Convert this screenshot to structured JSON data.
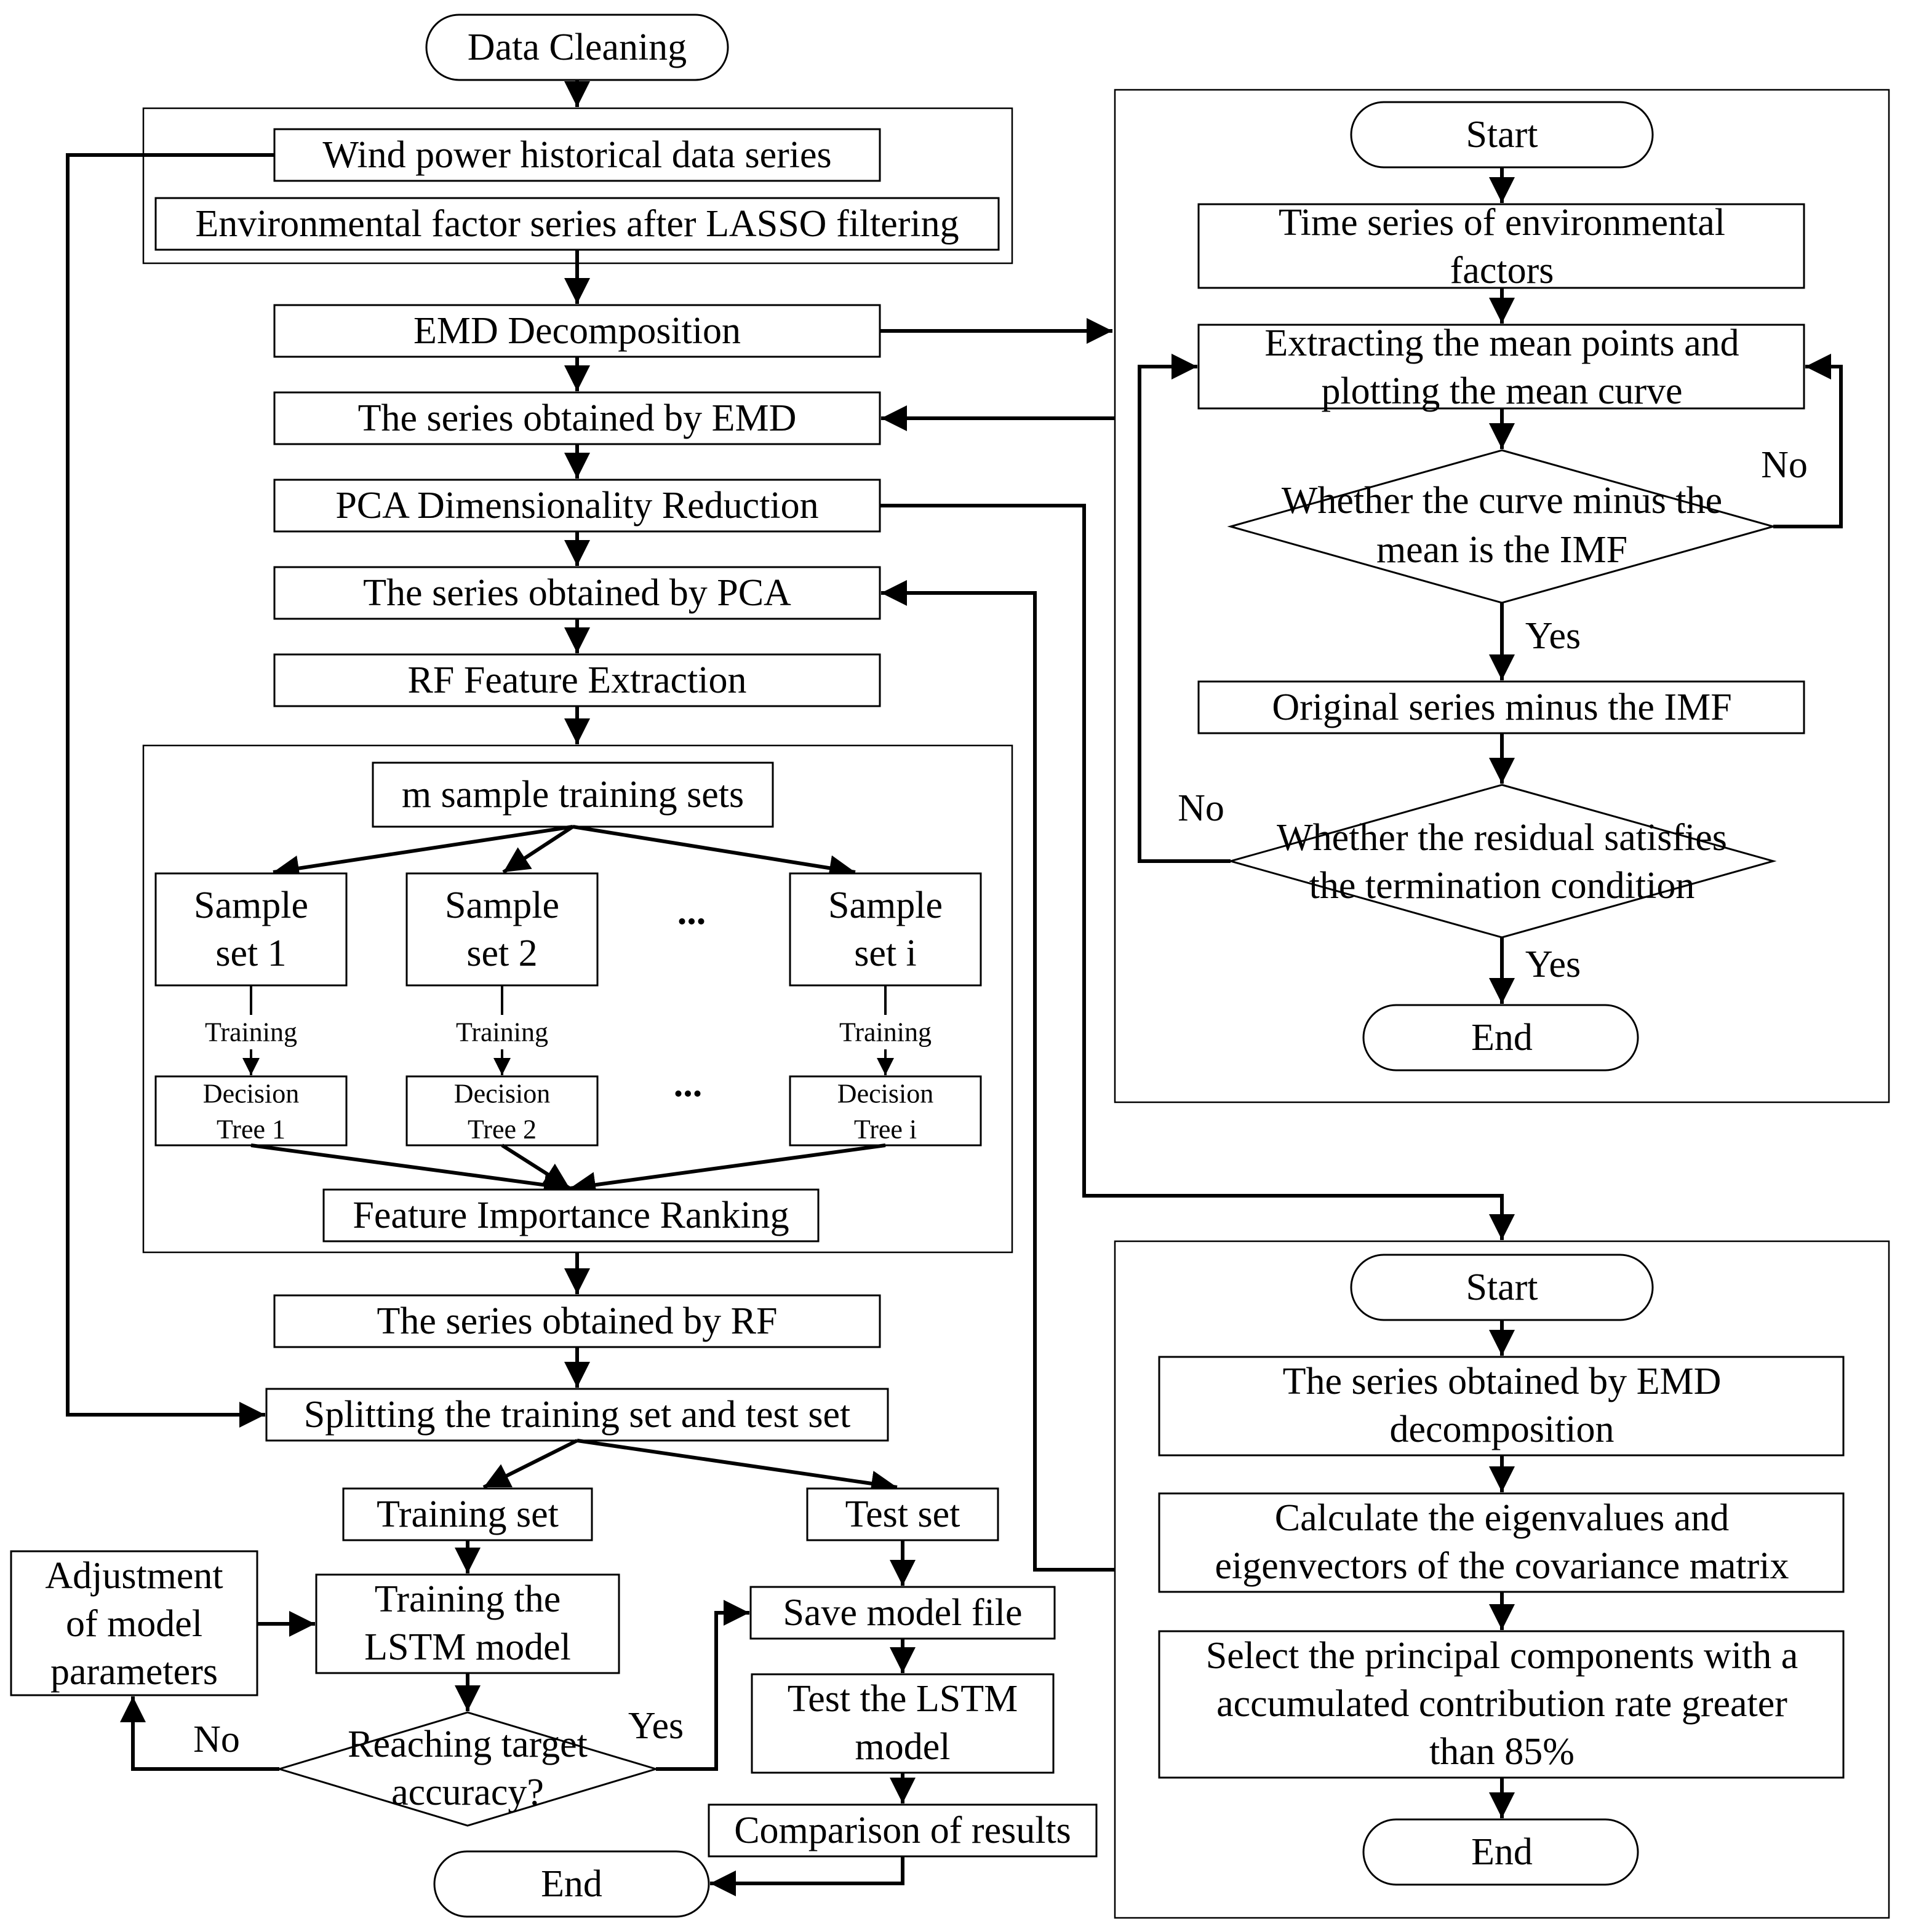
{
  "left": {
    "data_cleaning": "Data Cleaning",
    "wind_series": "Wind power historical data series",
    "env_series": "Environmental factor series after LASSO filtering",
    "emd_decomposition": "EMD Decomposition",
    "series_emd": "The series obtained by EMD",
    "pca_reduction": "PCA Dimensionality Reduction",
    "series_pca": "The series obtained by PCA",
    "rf_extraction": "RF Feature Extraction",
    "m_sample_sets": "m sample training sets",
    "sample_sets": [
      {
        "line1": "Sample",
        "line2": "set 1",
        "training": "Training",
        "tree1": "Decision",
        "tree2": "Tree 1"
      },
      {
        "line1": "Sample",
        "line2": "set 2",
        "training": "Training",
        "tree1": "Decision",
        "tree2": "Tree 2"
      },
      {
        "line1": "Sample",
        "line2": "set i",
        "training": "Training",
        "tree1": "Decision",
        "tree2": "Tree i"
      }
    ],
    "ellipsis": "...",
    "feature_ranking": "Feature Importance Ranking",
    "series_rf": "The series obtained by RF",
    "splitting": "Splitting the training set and test set",
    "training_set": "Training set",
    "test_set": "Test set",
    "adjustment": [
      "Adjustment",
      "of model",
      "parameters"
    ],
    "train_lstm": [
      "Training the",
      "LSTM model"
    ],
    "reaching": [
      "Reaching target",
      "accuracy?"
    ],
    "no": "No",
    "yes": "Yes",
    "save_model": "Save model file",
    "test_lstm": [
      "Test the LSTM",
      "model"
    ],
    "comparison": "Comparison of results",
    "end": "End"
  },
  "emd_panel": {
    "start": "Start",
    "time_series": [
      "Time series of environmental",
      "factors"
    ],
    "extracting": [
      "Extracting the mean points and",
      "plotting the mean curve"
    ],
    "whether_imf": [
      "Whether the curve minus the",
      "mean is the IMF"
    ],
    "no_1": "No",
    "yes_1": "Yes",
    "original_minus": "Original series minus the IMF",
    "whether_residual": [
      "Whether the residual satisfies",
      "the termination condition"
    ],
    "no_2": "No",
    "yes_2": "Yes",
    "end": "End"
  },
  "pca_panel": {
    "start": "Start",
    "series_emd": [
      "The series obtained by EMD",
      "decomposition"
    ],
    "calculate": [
      "Calculate the eigenvalues and",
      "eigenvectors of the covariance matrix"
    ],
    "select": [
      "Select the principal components with a",
      "accumulated contribution rate greater",
      "than 85%"
    ],
    "end": "End"
  }
}
